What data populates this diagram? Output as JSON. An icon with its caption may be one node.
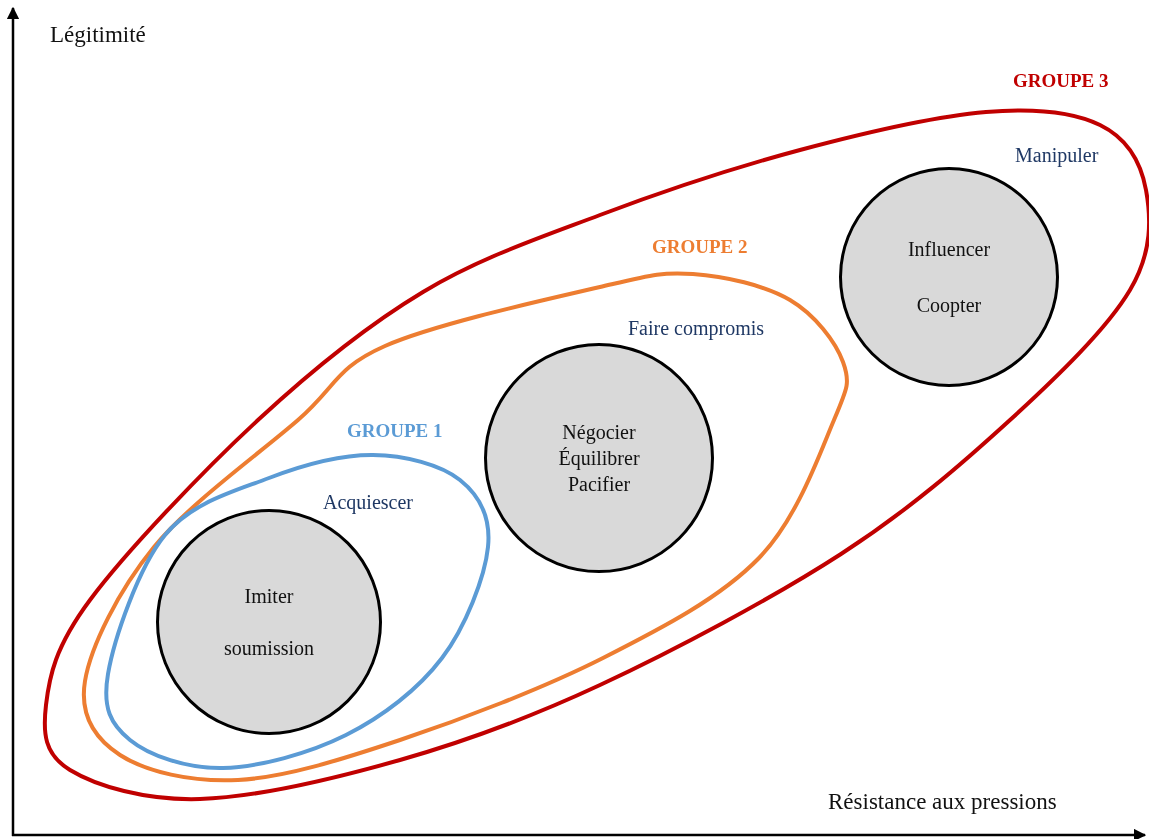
{
  "diagram": {
    "nodes": [
      {
        "text": [
          "GROUPE 3",
          "Manipuler"
        ]
      },
      {
        "text": [
          "GROUPE 2",
          "Faire compromis"
        ],
        "in": 0
      },
      {
        "text": [
          "GROUPE 1",
          "Acquiescer"
        ],
        "in": 1
      },
      {
        "text": [
          "Imiter",
          "soumission"
        ],
        "in": 2
      },
      {
        "text": [
          "Négocier",
          "Équilibrer",
          "Pacifier"
        ],
        "in": 1
      },
      {
        "text": [
          "Influencer",
          "Coopter"
        ],
        "in": 0
      }
    ],
    "labels": [
      "Légitimité",
      "Résistance aux pressions"
    ]
  }
}
